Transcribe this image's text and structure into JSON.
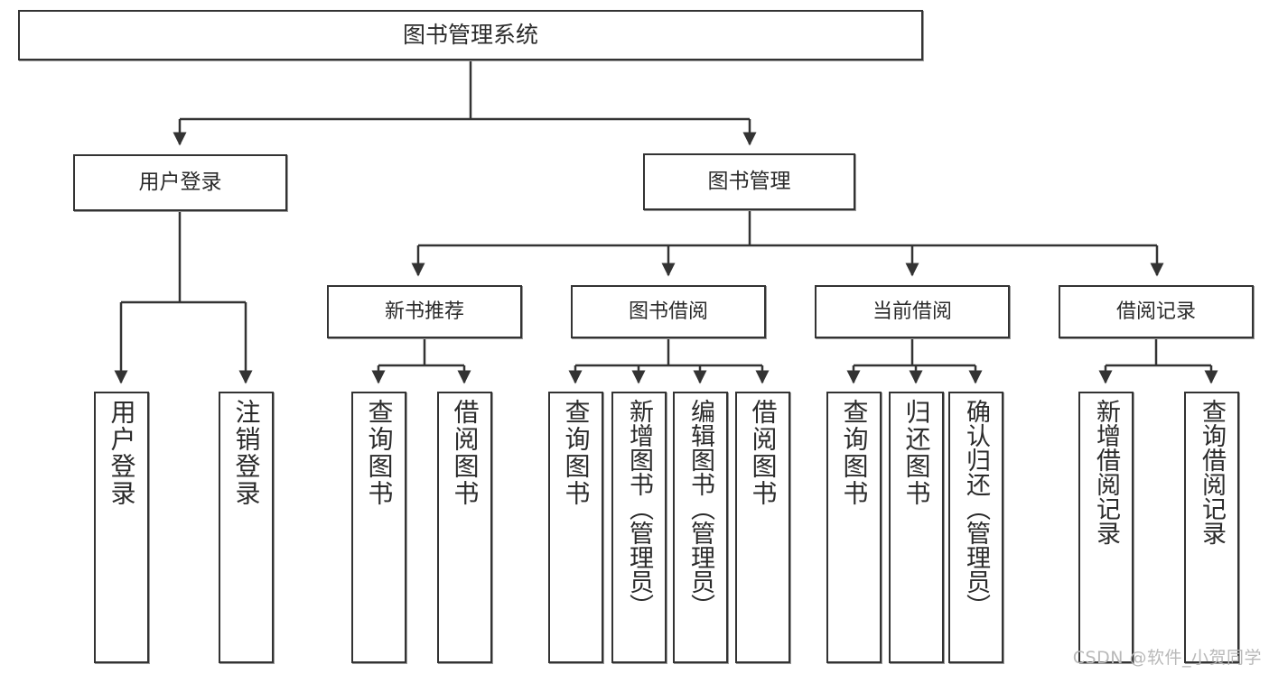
{
  "diagram": {
    "type": "tree",
    "title": "图书管理系统",
    "root": {
      "label": "图书管理系统"
    },
    "level1": [
      {
        "label": "用户登录"
      },
      {
        "label": "图书管理"
      }
    ],
    "level2": [
      {
        "label": "新书推荐"
      },
      {
        "label": "图书借阅"
      },
      {
        "label": "当前借阅"
      },
      {
        "label": "借阅记录"
      }
    ],
    "leaves": {
      "user_login": [
        {
          "label": "用户登录"
        },
        {
          "label": "注销登录"
        }
      ],
      "new_book_recommend": [
        {
          "label": "查询图书"
        },
        {
          "label": "借阅图书"
        }
      ],
      "book_borrow": [
        {
          "label": "查询图书"
        },
        {
          "label": "新增图书（管理员）"
        },
        {
          "label": "编辑图书（管理员）"
        },
        {
          "label": "借阅图书"
        }
      ],
      "current_borrow": [
        {
          "label": "查询图书"
        },
        {
          "label": "归还图书"
        },
        {
          "label": "确认归还（管理员）"
        }
      ],
      "borrow_record": [
        {
          "label": "新增借阅记录"
        },
        {
          "label": "查询借阅记录"
        }
      ]
    },
    "colors": {
      "stroke": "#333333",
      "fill": "#ffffff",
      "text": "#2b2b2b",
      "watermark": "#b9b9b9"
    }
  },
  "watermark": {
    "text": "CSDN @软件_小贺同学"
  }
}
